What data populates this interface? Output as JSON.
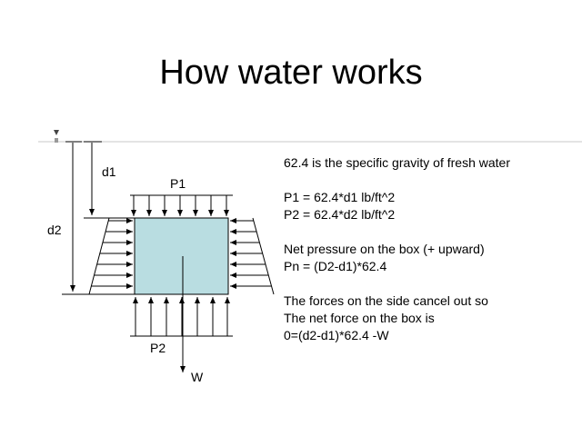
{
  "slide": {
    "title": "How water works"
  },
  "diagram": {
    "labels": {
      "d1": "d1",
      "d2": "d2",
      "p1": "P1",
      "p2": "P2",
      "w": "W"
    },
    "colors": {
      "box_fill": "#b9dde1",
      "line": "#000000",
      "waterline": "#c9c9c9"
    }
  },
  "notes": [
    "62.4 is the specific gravity of fresh water",
    "",
    "P1 = 62.4*d1 lb/ft^2",
    "P2 = 62.4*d2 lb/ft^2",
    "",
    "Net pressure on the box (+ upward)",
    "Pn = (D2-d1)*62.4",
    "",
    "The forces on the side cancel out so",
    "The net force on the box is",
    "0=(d2-d1)*62.4 -W"
  ]
}
